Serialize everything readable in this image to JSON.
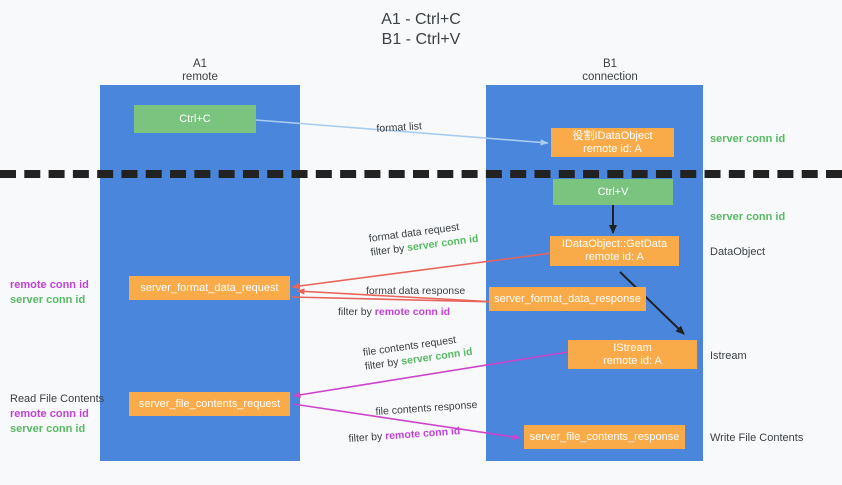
{
  "title": {
    "line1": "A1 - Ctrl+C",
    "line2": "B1 - Ctrl+V"
  },
  "colors": {
    "lane_blue": "#4a86dc",
    "box_green": "#7ac47f",
    "box_orange": "#f9ab49",
    "server_conn_green": "#57bb63",
    "remote_conn_magenta": "#c341d8",
    "arrow_light_blue": "#a8cdf0",
    "arrow_red": "#e8645a",
    "arrow_magenta": "#cc44cc",
    "arrow_black": "#202124",
    "text_dark": "#3c4043",
    "background": "#f8f9fa"
  },
  "columns": [
    {
      "name": "A1",
      "sub": "remote"
    },
    {
      "name": "B1",
      "sub": "connection"
    }
  ],
  "boxes": {
    "ctrl_c": "Ctrl+C",
    "ctrl_v": "Ctrl+V",
    "idataobject_l1": "役割IDataObject",
    "idataobject_l2": "remote id: A",
    "getdata_l1": "IDataObject::GetData",
    "getdata_l2": "remote id: A",
    "istream_l1": "IStream",
    "istream_l2": "remote id: A",
    "server_format_data_request": "server_format_data_request",
    "server_format_data_response": "server_format_data_response",
    "server_file_contents_request": "server_file_contents_request",
    "server_file_contents_response": "server_file_contents_response"
  },
  "right_labels": {
    "server_conn_id_top": "server conn id",
    "server_conn_id_mid": "server conn id",
    "dataobject": "DataObject",
    "istream": "Istream",
    "write_file_contents": "Write File Contents"
  },
  "left_labels": {
    "remote_conn_id_1": "remote conn id",
    "server_conn_id_1": "server conn id",
    "read_file_contents": "Read File Contents",
    "remote_conn_id_2": "remote conn id",
    "server_conn_id_2": "server conn id"
  },
  "arrow_labels": {
    "format_list": "format list",
    "format_data_request": "format data request",
    "format_data_request_filter_prefix": "filter by ",
    "format_data_request_filter_value": "server conn id",
    "format_data_response": "format data response",
    "format_data_response_filter_prefix": "filter by ",
    "format_data_response_filter_value": "remote conn id",
    "file_contents_request": "file contents request",
    "file_contents_request_filter_prefix": "filter by ",
    "file_contents_request_filter_value": "server conn id",
    "file_contents_response": "file contents response",
    "file_contents_response_filter_prefix": "filter by ",
    "file_contents_response_filter_value": "remote conn id"
  }
}
